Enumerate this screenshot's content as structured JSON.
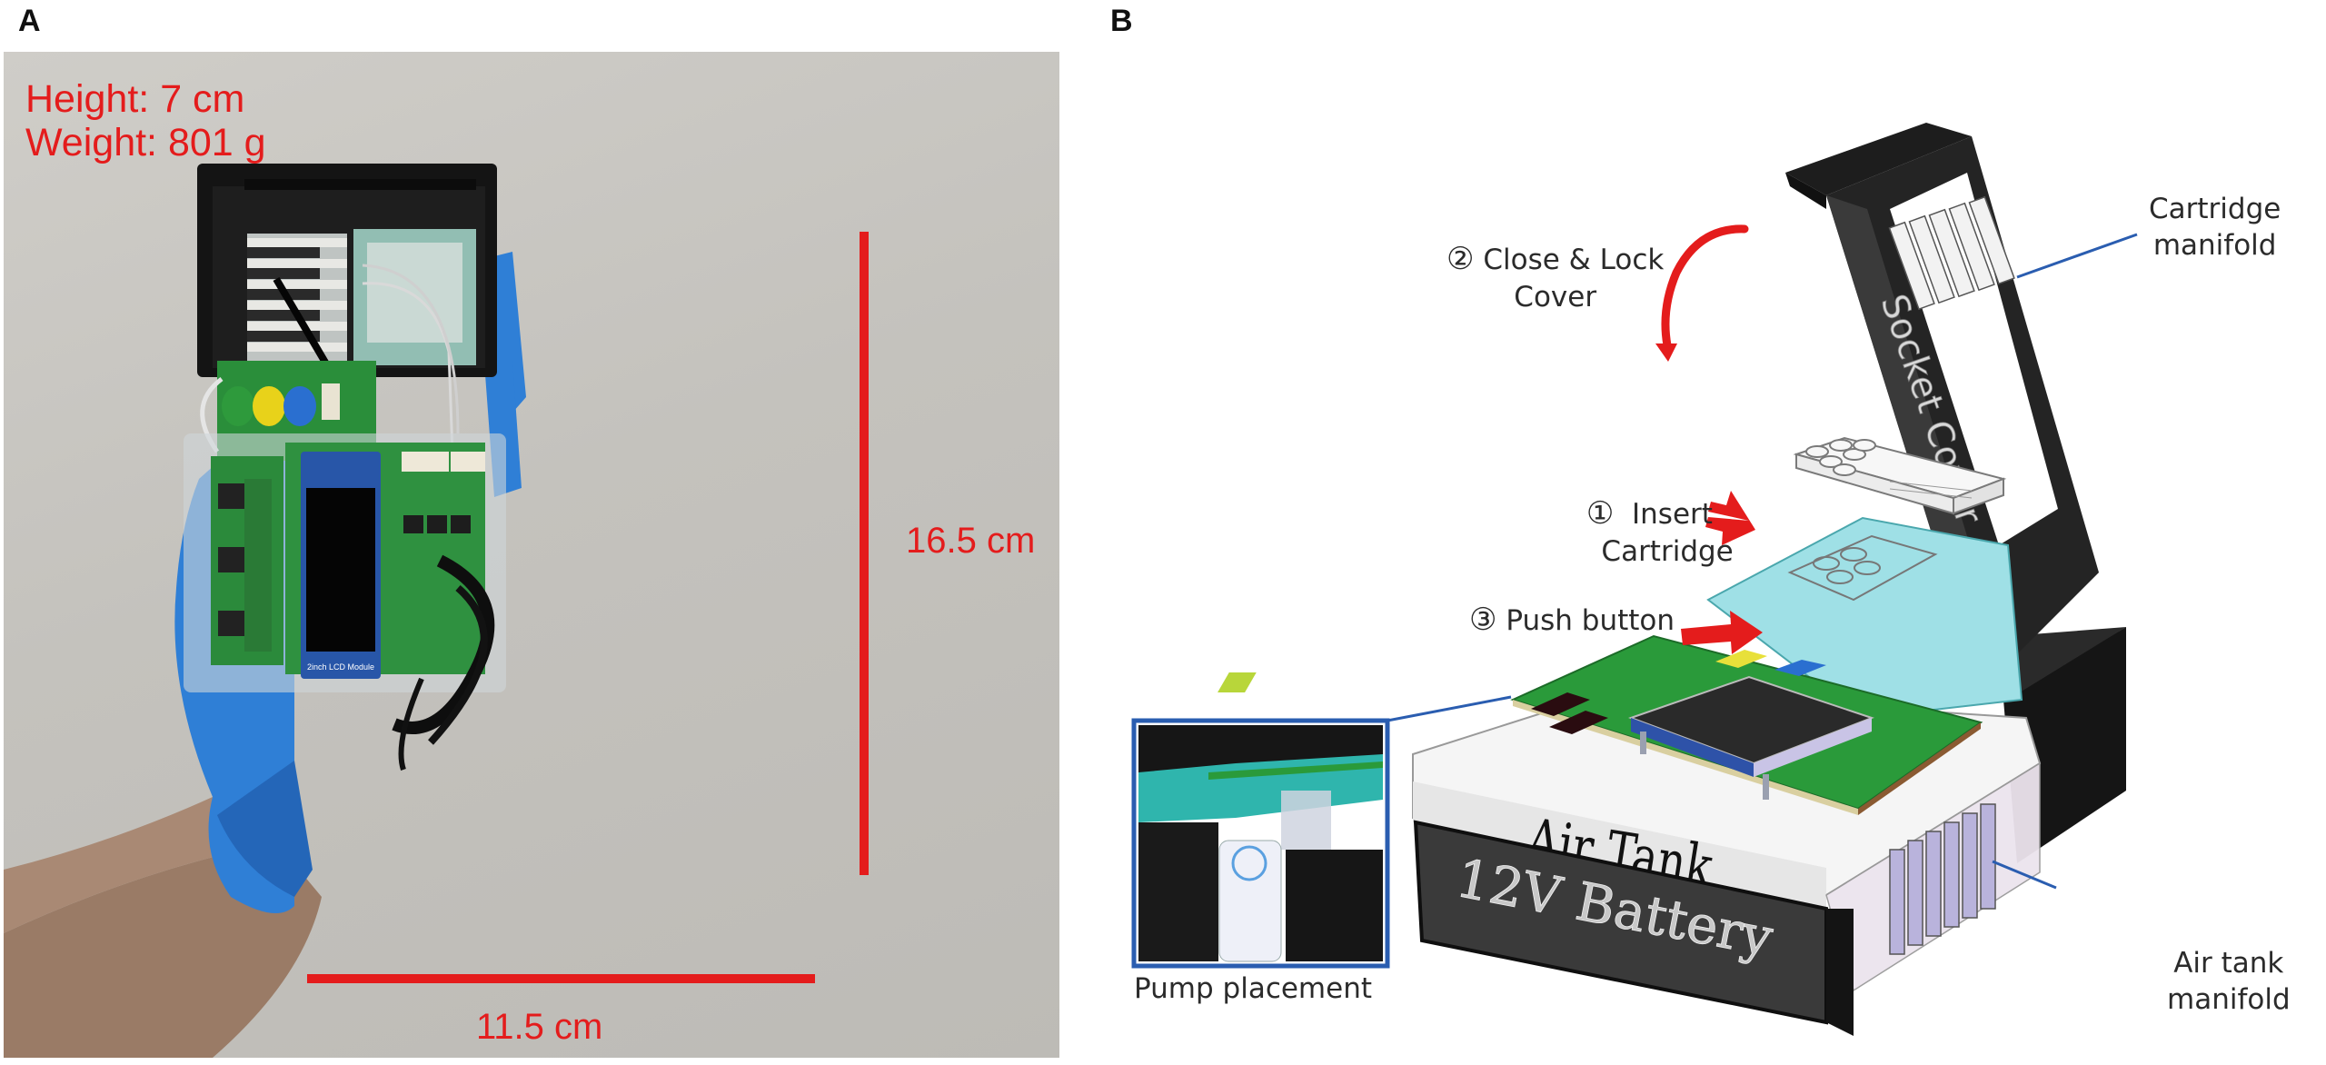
{
  "figure": {
    "panels": [
      {
        "letter": "A",
        "kind": "photo",
        "labels": {
          "height": "Height:  7 cm",
          "weight": "Weight: 801 g",
          "vertical_dimension": "16.5 cm",
          "horizontal_dimension": "11.5 cm",
          "lcd_module": "2inch LCD Module"
        },
        "measurements": {
          "height_cm": 7,
          "weight_g": 801,
          "length_cm": 16.5,
          "width_cm": 11.5
        },
        "button_colors": [
          "#2e9a3c",
          "#e8d21a",
          "#2a6fd0"
        ]
      },
      {
        "letter": "B",
        "kind": "cad-diagram",
        "steps": [
          {
            "number": "①",
            "label_line1": "Insert",
            "label_line2": "Cartridge"
          },
          {
            "number": "②",
            "label_line1": "Close & Lock",
            "label_line2": "Cover"
          },
          {
            "number": "③",
            "label_line1": "Push button"
          }
        ],
        "callouts": {
          "cartridge_manifold_line1": "Cartridge",
          "cartridge_manifold_line2": "manifold",
          "air_tank_manifold_line1": "Air tank",
          "air_tank_manifold_line2": "manifold",
          "pump_placement": "Pump placement"
        },
        "part_labels": {
          "socket_cover": "Socket Cover",
          "air_tank": "Air Tank",
          "battery": "12V Battery"
        }
      }
    ],
    "colors": {
      "annotation_red": "#e41c1c",
      "leader_blue": "#2a5db0",
      "pcb_green": "#2a9a3a",
      "cover_dark": "#2c2c2c",
      "tank_cyan": "#9fe0e6"
    }
  }
}
